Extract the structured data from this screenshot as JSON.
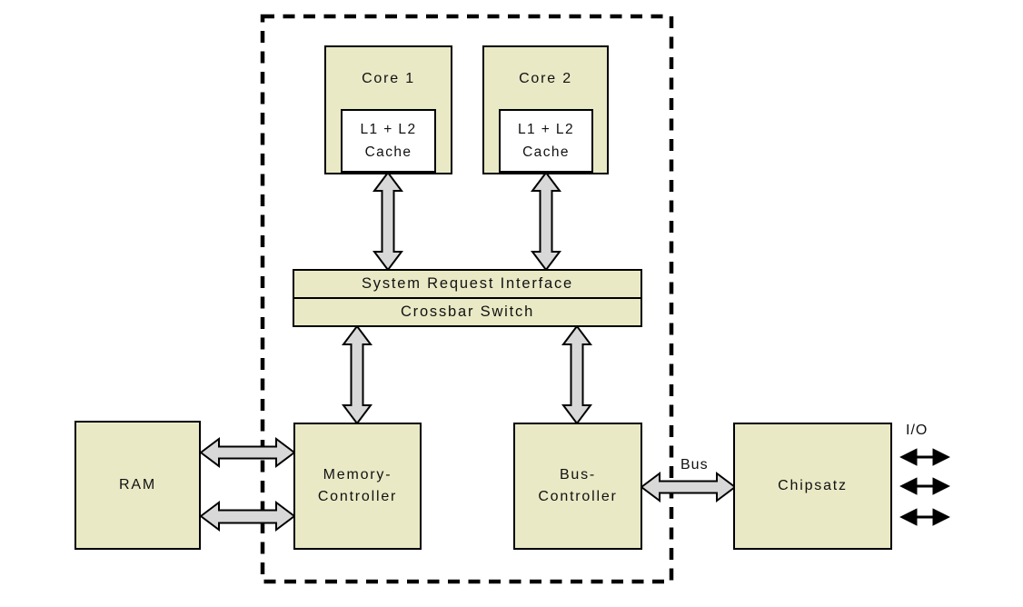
{
  "diagram": {
    "kind": "dual-core CPU block diagram",
    "blocks": {
      "core1": {
        "label": "Core 1"
      },
      "core2": {
        "label": "Core 2"
      },
      "cache1": {
        "line1": "L1 + L2",
        "line2": "Cache"
      },
      "cache2": {
        "line1": "L1 + L2",
        "line2": "Cache"
      },
      "sri": {
        "label": "System Request Interface"
      },
      "crossbar": {
        "label": "Crossbar Switch"
      },
      "ram": {
        "label": "RAM"
      },
      "memory_controller": {
        "line1": "Memory-",
        "line2": "Controller"
      },
      "bus_controller": {
        "line1": "Bus-",
        "line2": "Controller"
      },
      "chipsatz": {
        "label": "Chipsatz"
      }
    },
    "labels": {
      "bus": "Bus",
      "io": "I/O"
    },
    "connections": [
      {
        "from": "Core 1 L1+L2 Cache",
        "to": "System Request Interface",
        "type": "wide-double-arrow"
      },
      {
        "from": "Core 2 L1+L2 Cache",
        "to": "System Request Interface",
        "type": "wide-double-arrow"
      },
      {
        "from": "Crossbar Switch",
        "to": "Memory-Controller",
        "type": "wide-double-arrow"
      },
      {
        "from": "Crossbar Switch",
        "to": "Bus-Controller",
        "type": "wide-double-arrow"
      },
      {
        "from": "RAM",
        "to": "Memory-Controller",
        "type": "wide-double-arrow",
        "count": 2
      },
      {
        "from": "Bus-Controller",
        "to": "Chipsatz",
        "type": "wide-double-arrow",
        "label": "Bus"
      },
      {
        "from": "Chipsatz",
        "to": "I/O",
        "type": "thin-double-arrow",
        "count": 3
      }
    ],
    "colors": {
      "block_fill": "#e9e9c6",
      "cache_fill": "#ffffff",
      "arrow_fill": "#d8d8d8",
      "outline": "#000000",
      "background": "#ffffff"
    }
  }
}
